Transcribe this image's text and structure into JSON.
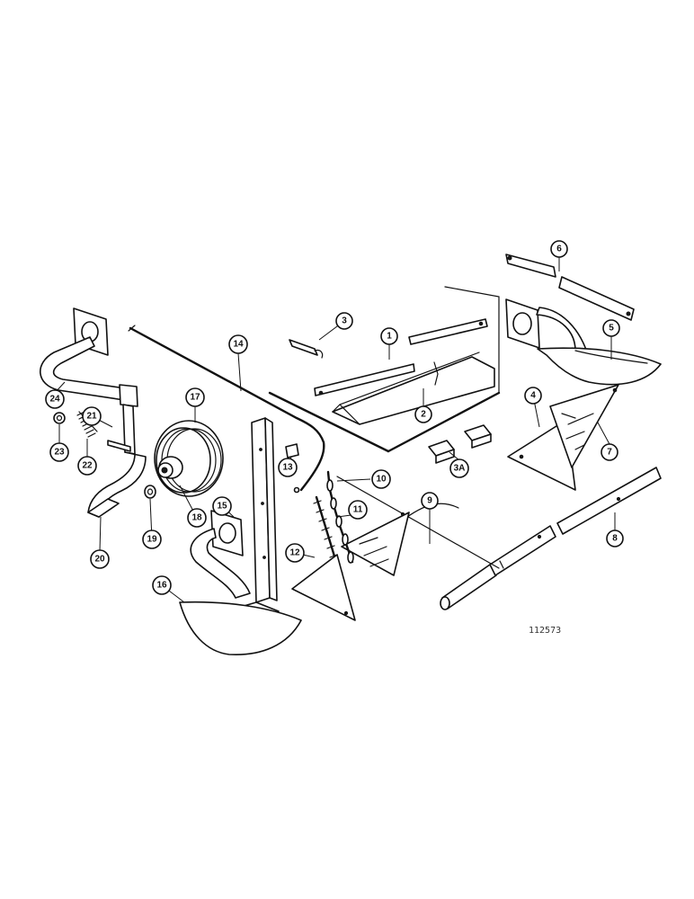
{
  "diagram": {
    "reference_number": "112573",
    "callouts": [
      {
        "label": "1"
      },
      {
        "label": "2"
      },
      {
        "label": "3"
      },
      {
        "label": "3A"
      },
      {
        "label": "4"
      },
      {
        "label": "5"
      },
      {
        "label": "6"
      },
      {
        "label": "7"
      },
      {
        "label": "8"
      },
      {
        "label": "9"
      },
      {
        "label": "10"
      },
      {
        "label": "11"
      },
      {
        "label": "12"
      },
      {
        "label": "13"
      },
      {
        "label": "14"
      },
      {
        "label": "15"
      },
      {
        "label": "16"
      },
      {
        "label": "17"
      },
      {
        "label": "18"
      },
      {
        "label": "19"
      },
      {
        "label": "20"
      },
      {
        "label": "21"
      },
      {
        "label": "22"
      },
      {
        "label": "23"
      },
      {
        "label": "24"
      }
    ]
  }
}
